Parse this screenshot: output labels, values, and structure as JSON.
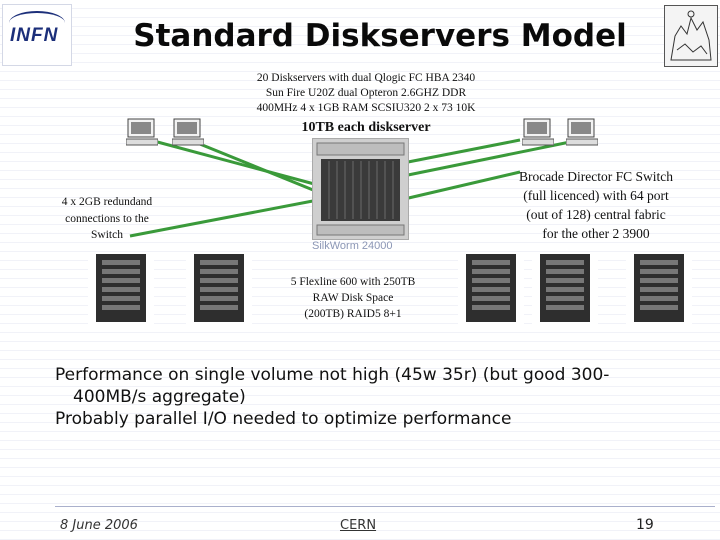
{
  "slide": {
    "title": "Standard Diskservers Model",
    "logo_left_text": "INFN",
    "spec_note_lines": [
      "20 Diskservers with dual Qlogic FC HBA 2340",
      "Sun Fire U20Z dual Opteron 2.6GHZ DDR",
      "400MHz 4 x 1GB RAM SCSIU320 2 x 73 10K"
    ],
    "capacity_note": "10TB each diskserver",
    "redundancy_note": [
      "4 x 2GB redundand",
      "connections to the",
      "Switch"
    ],
    "switch_note": [
      "Brocade Director FC Switch",
      "(full licenced) with 64 port",
      "(out of 128) central fabric",
      "for the other 2 3900"
    ],
    "switch_label": "SilkWorm 24000",
    "storage_note": [
      "5 Flexline 600 with 250TB",
      "RAW Disk Space",
      "(200TB) RAID5 8+1"
    ],
    "bullets": [
      "Performance on single volume not high (45w 35r) (but good 300-400MB/s aggregate)",
      "Probably parallel I/O needed to optimize performance"
    ],
    "bullet1_line1": "Performance on single volume not high (45w 35r) (but good 300-",
    "bullet1_line2": "400MB/s aggregate)",
    "footer_date": "8 June 2006",
    "footer_org": "CERN",
    "page_number": "19"
  },
  "colors": {
    "link_line": "#3a9a3a",
    "title": "#0a0a0a",
    "switch_label": "#8b96b5"
  }
}
